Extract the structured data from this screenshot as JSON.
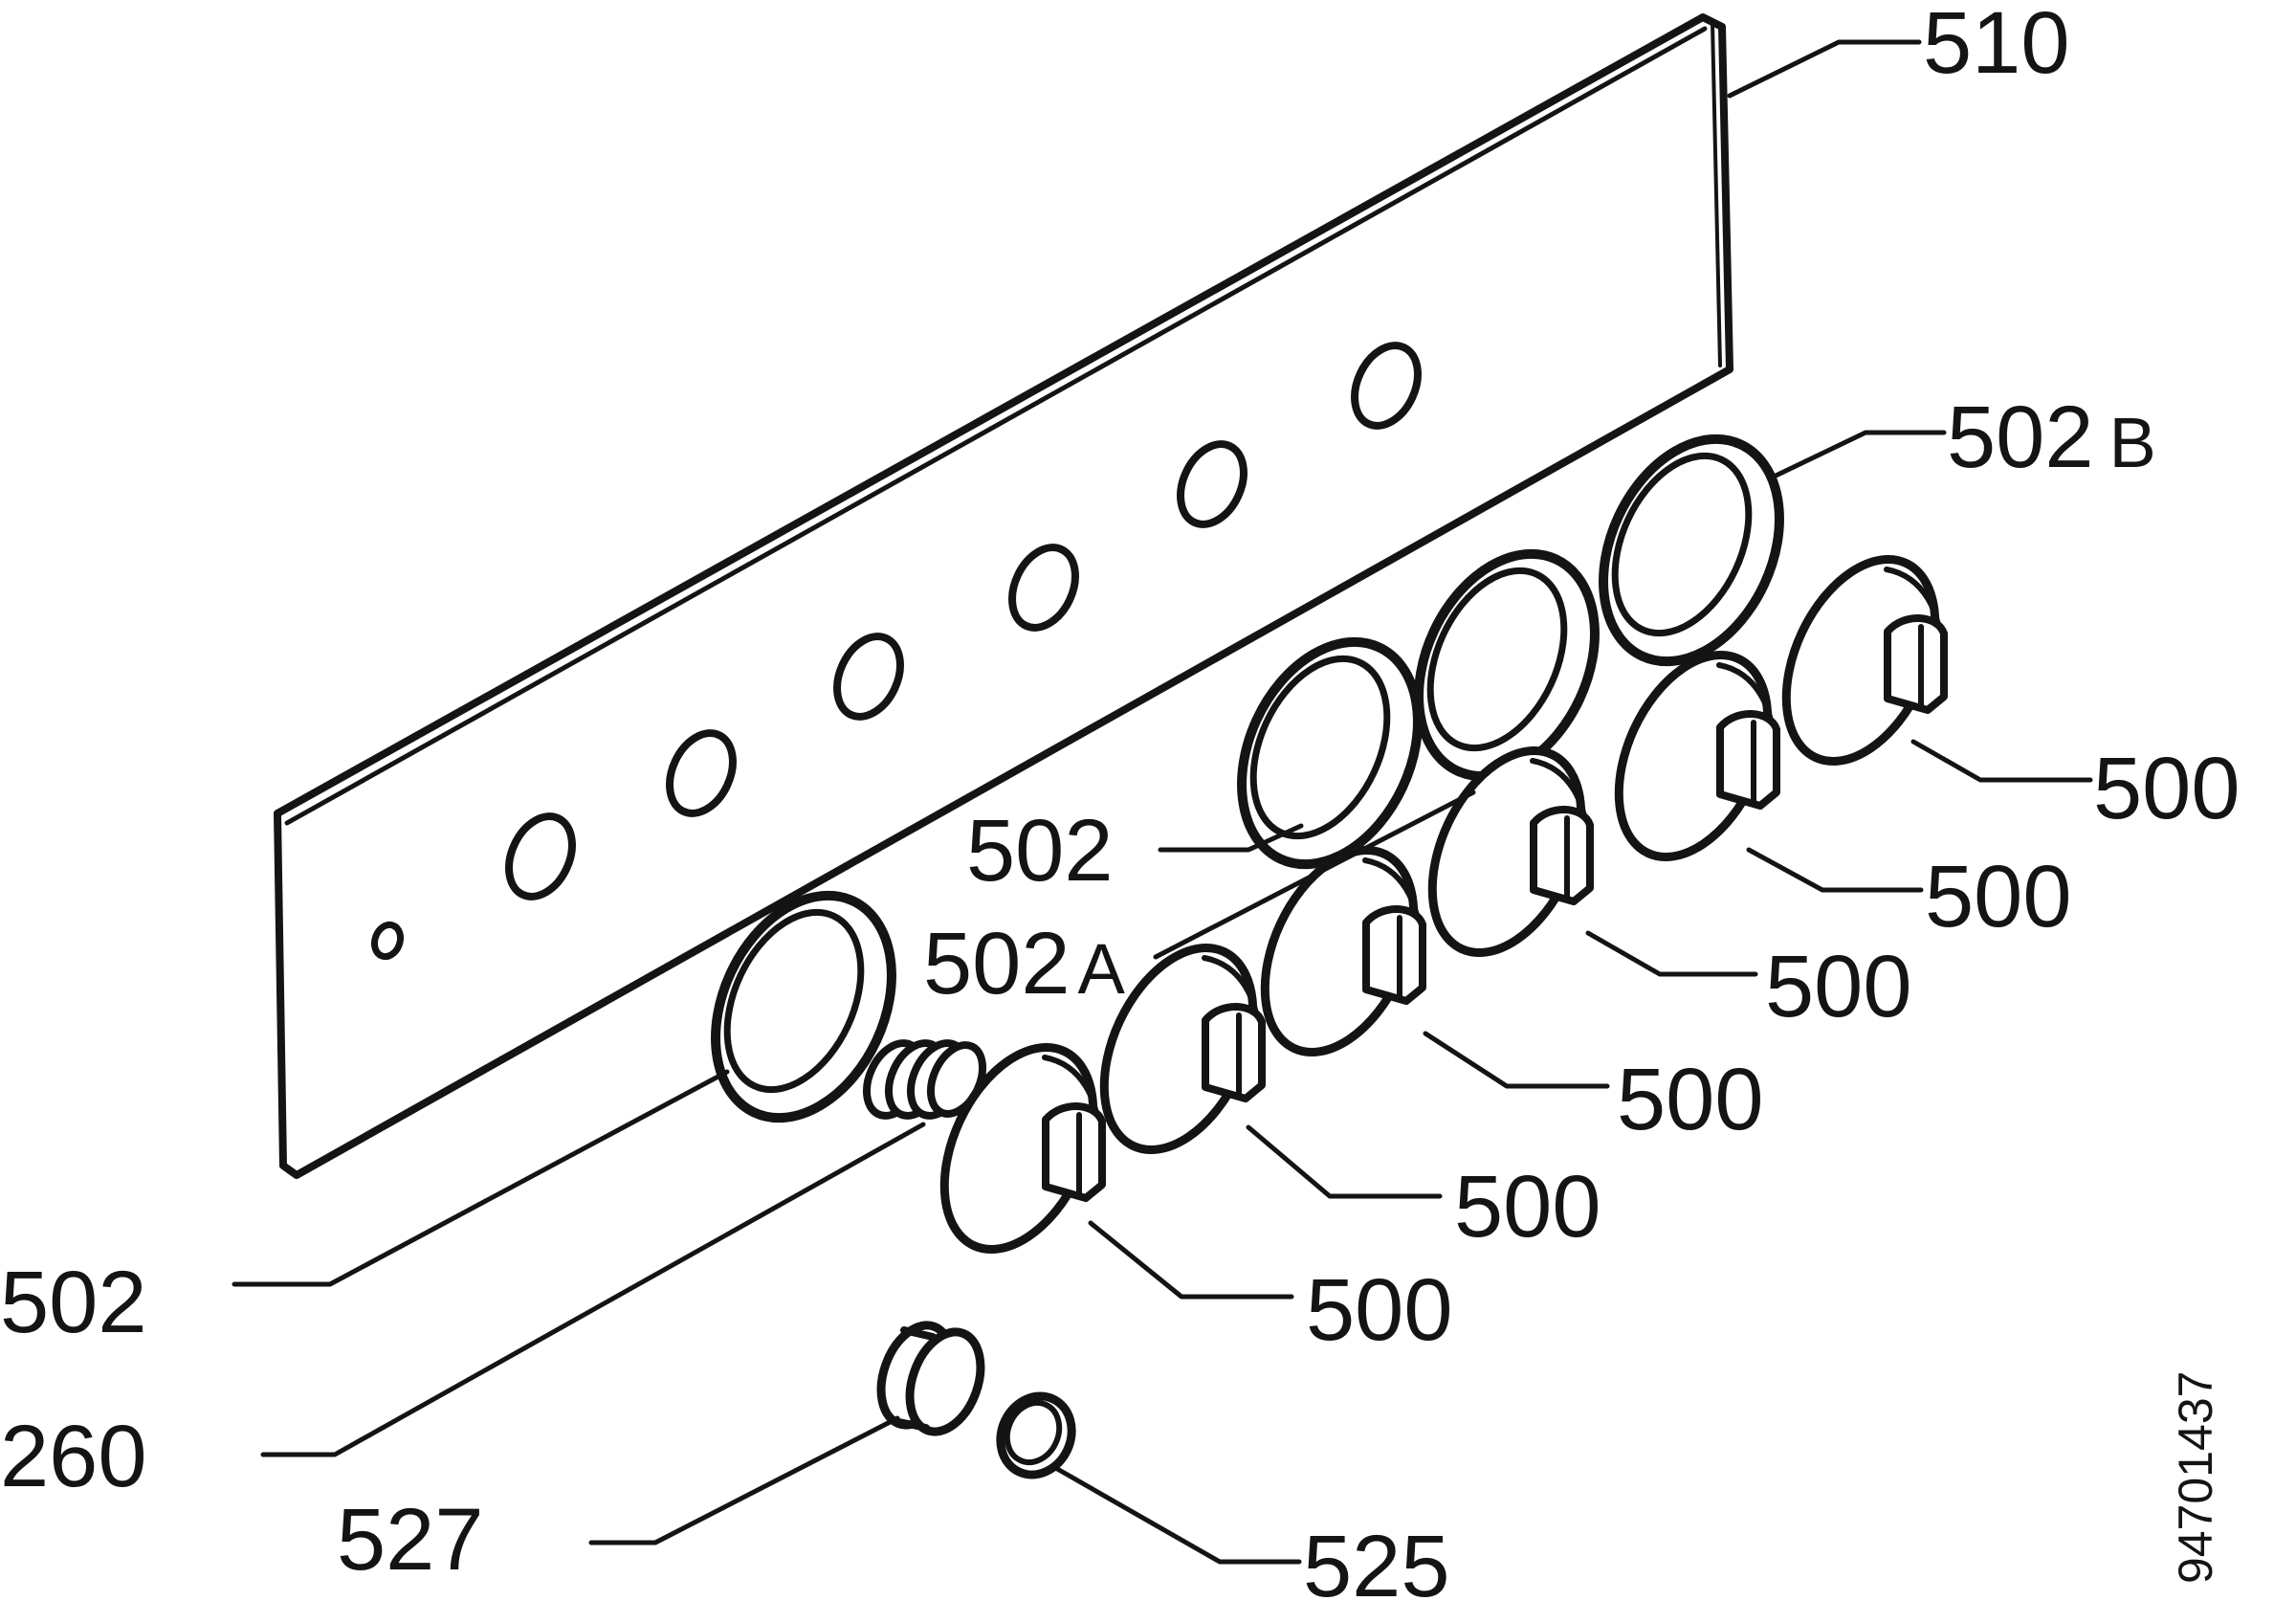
{
  "diagram": {
    "document_id": "94701437",
    "parts": {
      "p510": "510",
      "p502B": "502",
      "p502B_suffix": "B",
      "p500_1": "500",
      "p500_2": "500",
      "p500_3": "500",
      "p500_4": "500",
      "p500_5": "500",
      "p500_6": "500",
      "p502_upper": "502",
      "p502A": "502",
      "p502A_suffix": "A",
      "p502_lower": "502",
      "p260": "260",
      "p527": "527",
      "p525": "525"
    }
  }
}
